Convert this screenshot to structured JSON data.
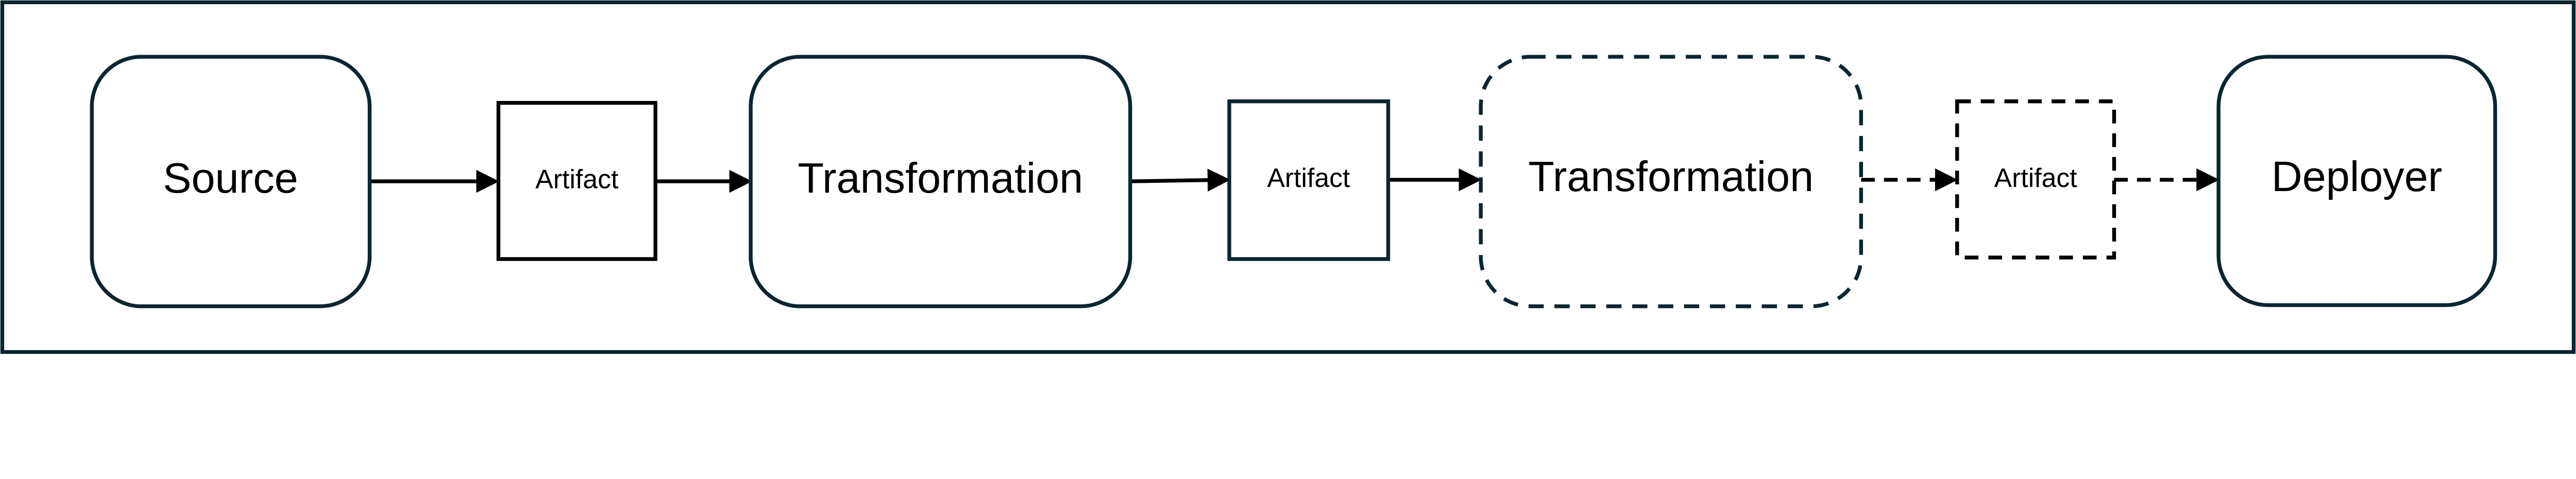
{
  "colors": {
    "stroke": "#0b2530",
    "arrow": "#000000"
  },
  "nodes": {
    "source": {
      "label": "Source",
      "style": "solid"
    },
    "artifact1": {
      "label": "Artifact",
      "style": "solid"
    },
    "transformation1": {
      "label": "Transformation",
      "style": "solid"
    },
    "artifact2": {
      "label": "Artifact",
      "style": "solid"
    },
    "transformation2": {
      "label": "Transformation",
      "style": "dashed"
    },
    "artifact3": {
      "label": "Artifact",
      "style": "dashed"
    },
    "deployer": {
      "label": "Deployer",
      "style": "solid"
    }
  },
  "edges": [
    {
      "from": "source",
      "to": "artifact1",
      "style": "solid"
    },
    {
      "from": "artifact1",
      "to": "transformation1",
      "style": "solid"
    },
    {
      "from": "transformation1",
      "to": "artifact2",
      "style": "solid"
    },
    {
      "from": "artifact2",
      "to": "transformation2",
      "style": "solid"
    },
    {
      "from": "transformation2",
      "to": "artifact3",
      "style": "dashed"
    },
    {
      "from": "artifact3",
      "to": "deployer",
      "style": "dashed"
    }
  ]
}
